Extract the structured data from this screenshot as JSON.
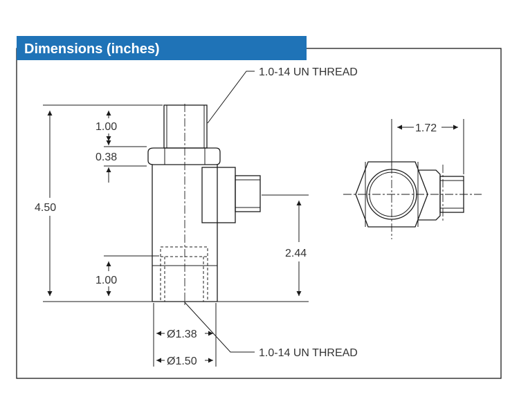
{
  "header": {
    "title": "Dimensions (inches)",
    "bar_color": "#1f73b7"
  },
  "dimensions": {
    "overall_height": "4.50",
    "top_thread_length": "1.00",
    "hex_height": "0.38",
    "port_height": "2.44",
    "bottom_thread_length": "1.00",
    "inner_diameter": "Ø1.38",
    "outer_diameter": "Ø1.50",
    "side_width": "1.72"
  },
  "callouts": {
    "top_thread": "1.0-14 UN THREAD",
    "bottom_thread": "1.0-14 UN THREAD"
  }
}
